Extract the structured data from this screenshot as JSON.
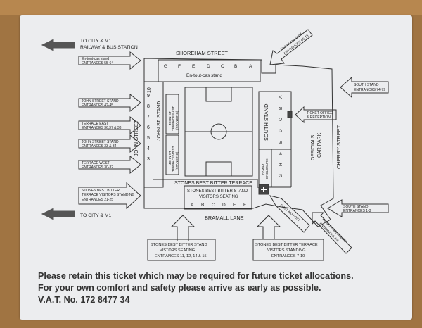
{
  "top_label": [
    "TO CITY & M1",
    "RAILWAY & BUS STATION"
  ],
  "bottom_left_label": "TO CITY & M1",
  "streets": {
    "shoreham": "SHOREHAM STREET",
    "john": "JOHN STREET",
    "cherry": "CHERRY STREET",
    "bramall": "BRAMALL LANE"
  },
  "stands": {
    "entoutcas": "En-tout-cas stand",
    "entoutcas_letters": [
      "G",
      "F",
      "E",
      "D",
      "C",
      "B",
      "A"
    ],
    "john_st": "JOHN ST. STAND",
    "john_numbers": [
      "3",
      "4",
      "5",
      "6",
      "7",
      "8",
      "9",
      "10"
    ],
    "john_terrace": [
      "JOHN ST",
      "TERRACE EAST",
      "(STANDING)"
    ],
    "john_terrace_west": [
      "JOHN ST",
      "TERRACE WEST",
      "(STANDING)"
    ],
    "south": "SOUTH STAND",
    "south_letters_top": [
      "F",
      "E",
      "D",
      "C",
      "B",
      "A"
    ],
    "south_letters_bottom": [
      "H",
      "G"
    ],
    "family": [
      "FAMILY",
      "ENCLOSURE"
    ],
    "officials": [
      "OFFICIALS",
      "CAR PARK"
    ],
    "stones_terrace": "STONES BEST BITTER TERRACE",
    "stones_stand": [
      "STONES BEST BITTER STAND",
      "VISITORS SEATING"
    ],
    "stones_letters": [
      "A",
      "B",
      "C",
      "D",
      "E",
      "F"
    ]
  },
  "left_labels": [
    [
      "En-tout-cas stand",
      "ENTRANCES 55-64"
    ],
    [
      "JOHN STREET STAND",
      "ENTRANCES 42-45"
    ],
    [
      "TERRACE EAST",
      "ENTRANCES 36,37 & 38"
    ],
    [
      "JOHN STREET STAND",
      "ENTRANCES 33 & 34"
    ],
    [
      "TERRACE WEST",
      "ENTRANCES 30-32"
    ],
    [
      "STONES BEST BITTER",
      "TERRACE VISITORS STANDING",
      "ENTRANCES 21-25"
    ]
  ],
  "right_labels": {
    "entoutcas_diag": [
      "En-tout-cas stand",
      "ENTRANCES 65-73"
    ],
    "south_stand": [
      "SOUTH STAND",
      "ENTRANCES 74-79"
    ],
    "ticket_office": [
      "TICKET OFFICE",
      "& RECEPTION"
    ],
    "south_stand_2": [
      "SOUTH STAND",
      "ENTRANCES 1-3"
    ],
    "first_aid": "FIRST AID POST",
    "family_enc": [
      "FAMILY ENCLOSURE",
      "ENTRANCES 4-6"
    ]
  },
  "bottom_boxes": [
    [
      "STONES BEST BITTER STAND",
      "VISTORS SEATING",
      "ENTRANCES 11, 12, 14 & 15"
    ],
    [
      "STONES BEST BITTER TERRACE",
      "VISTORS STANDING",
      "ENTRANCES 7-10"
    ]
  ],
  "footer": [
    "Please retain this ticket which may be required for future ticket allocations.",
    "For your own comfort and safety please arrive as early as possible.",
    "V.A.T. No. 172 8477 34"
  ]
}
